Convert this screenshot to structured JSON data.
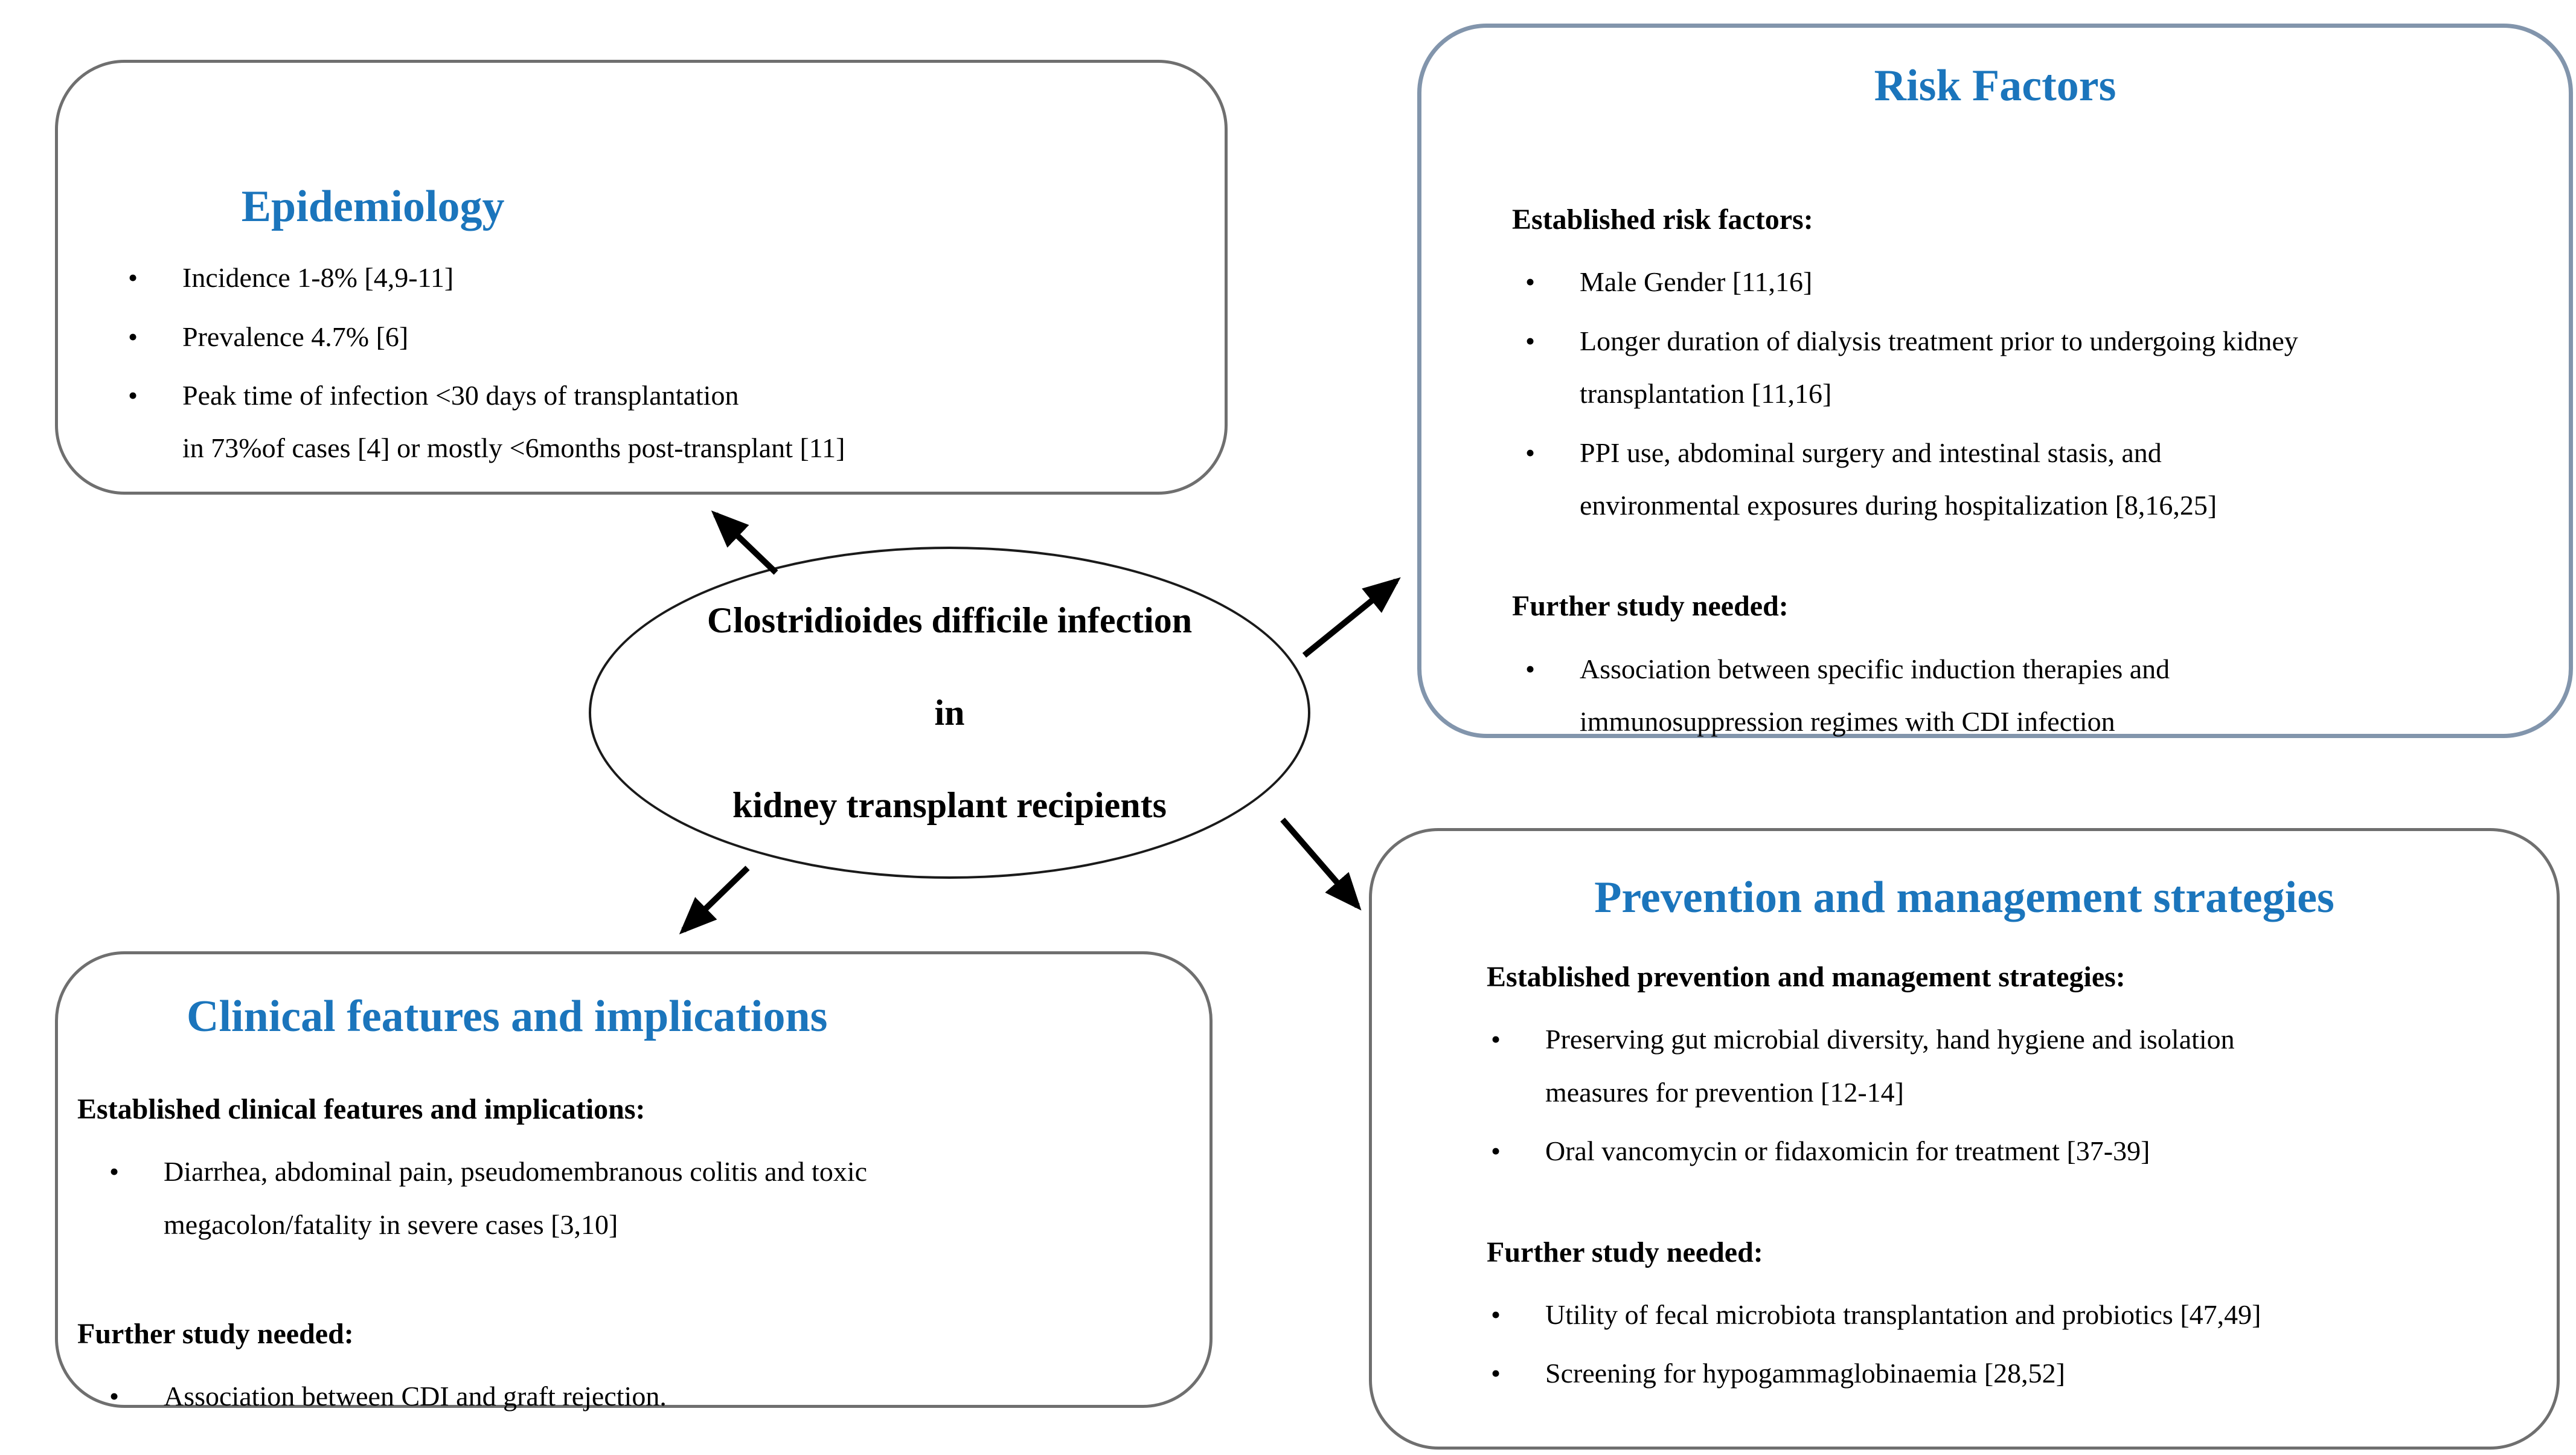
{
  "colors": {
    "title_blue": "#1B75BC",
    "default_box_border": "#6f6f6f",
    "risk_box_border": "#8295AC",
    "text_color": "#000000"
  },
  "center_ellipse": {
    "text": "Clostridioides difficile infection\nin\nkidney transplant recipients"
  },
  "boxes": {
    "epidemiology": {
      "title": "Epidemiology",
      "bullets": [
        "Incidence 1-8% [4,9-11]",
        "Prevalence 4.7% [6]",
        "Peak time of infection <30 days of transplantation\nin 73%of cases [4] or mostly <6months post-transplant [11]"
      ]
    },
    "risk_factors": {
      "title": "Risk Factors",
      "sections": [
        {
          "heading": "Established risk factors:",
          "bullets": [
            "Male Gender [11,16]",
            "Longer duration of dialysis treatment prior to undergoing kidney\ntransplantation [11,16]",
            "PPI use, abdominal surgery and intestinal stasis, and\nenvironmental exposures during hospitalization [8,16,25]"
          ]
        },
        {
          "heading": "Further study needed:",
          "bullets": [
            "Association between specific induction therapies and\nimmunosuppression regimes with CDI infection"
          ]
        }
      ]
    },
    "clinical": {
      "title": "Clinical features and implications",
      "sections": [
        {
          "heading": "Established clinical features and implications:",
          "bullets": [
            "Diarrhea, abdominal pain, pseudomembranous colitis and toxic\nmegacolon/fatality in severe cases [3,10]"
          ]
        },
        {
          "heading": "Further study needed:",
          "bullets": [
            "Association between CDI and graft rejection."
          ]
        }
      ]
    },
    "prevention": {
      "title": "Prevention and management strategies",
      "sections": [
        {
          "heading": "Established prevention and management strategies:",
          "bullets": [
            "Preserving gut microbial diversity, hand hygiene and isolation\nmeasures for prevention [12-14]",
            "Oral vancomycin or fidaxomicin for treatment [37-39]"
          ]
        },
        {
          "heading": "Further study needed:",
          "bullets": [
            "Utility of fecal microbiota transplantation and probiotics [47,49]",
            "Screening for hypogammaglobinaemia [28,52]"
          ]
        }
      ]
    }
  }
}
